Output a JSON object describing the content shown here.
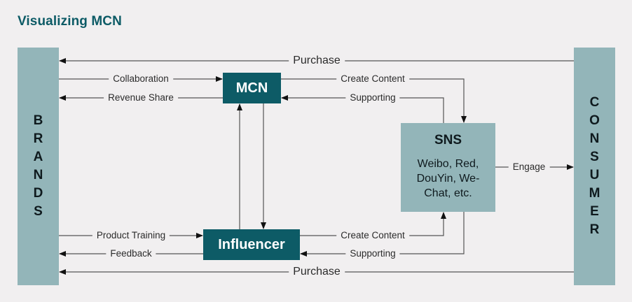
{
  "title": "Visualizing MCN",
  "brands": {
    "label": "BRANDS",
    "letters": [
      "B",
      "R",
      "A",
      "N",
      "D",
      "S"
    ]
  },
  "consumer": {
    "label": "CONSUMER",
    "letters": [
      "C",
      "O",
      "N",
      "S",
      "U",
      "M",
      "E",
      "R"
    ]
  },
  "nodes": {
    "mcn": "MCN",
    "influencer": "Influencer",
    "sns": {
      "title": "SNS",
      "lines": [
        "Weibo, Red,",
        "DouYin, We-",
        "Chat, etc."
      ]
    }
  },
  "edges": {
    "purchase_top": "Purchase",
    "collaboration": "Collaboration",
    "revenue_share": "Revenue Share",
    "mcn_create_content": "Create Content",
    "mcn_supporting": "Supporting",
    "engage": "Engage",
    "product_training": "Product Training",
    "feedback": "Feedback",
    "inf_create_content": "Create Content",
    "inf_supporting": "Supporting",
    "purchase_bottom": "Purchase"
  },
  "colors": {
    "primary": "#0d5b66",
    "secondary": "#93b5b9",
    "background": "#f1eff0"
  }
}
